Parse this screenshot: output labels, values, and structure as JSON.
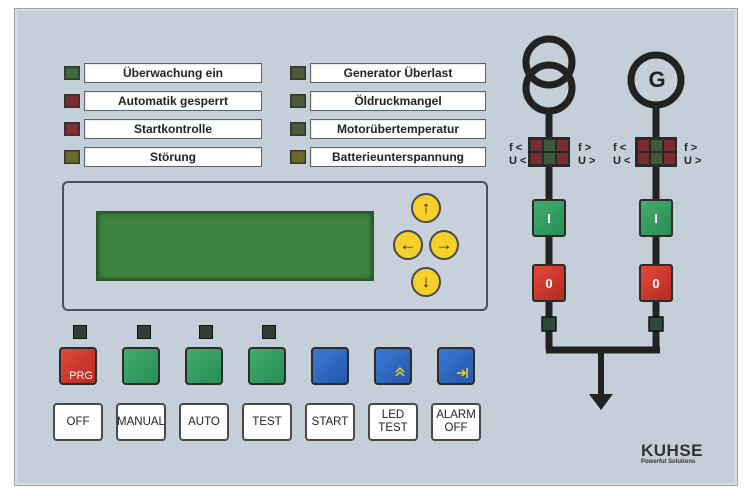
{
  "alarms_left": [
    {
      "label": "Überwachung ein",
      "led": "#3f6b3f"
    },
    {
      "label": "Automatik gesperrt",
      "led": "#7a3030"
    },
    {
      "label": "Startkontrolle",
      "led": "#7a3030"
    },
    {
      "label": "Störung",
      "led": "#6e6a2c"
    }
  ],
  "alarms_right": [
    {
      "label": "Generator Überlast",
      "led": "#505a3a"
    },
    {
      "label": "Öldruckmangel",
      "led": "#505a3a"
    },
    {
      "label": "Motorübertemperatur",
      "led": "#505a3a"
    },
    {
      "label": "Batterieunterspannung",
      "led": "#6e6a2c"
    }
  ],
  "nav": {
    "up": "↑",
    "left": "←",
    "right": "→",
    "down": "↓"
  },
  "modes": [
    {
      "label": "OFF",
      "button_text": "PRG",
      "color": "red",
      "led": true
    },
    {
      "label": "MANUAL",
      "color": "green",
      "led": true
    },
    {
      "label": "AUTO",
      "color": "green",
      "led": true
    },
    {
      "label": "TEST",
      "color": "green",
      "led": true
    },
    {
      "label": "START",
      "color": "blue",
      "led": false
    },
    {
      "label": "LED\nTEST",
      "color": "blue",
      "led": false
    },
    {
      "label": "ALARM\nOFF",
      "color": "blue",
      "led": false
    }
  ],
  "mains": {
    "on_label": "I",
    "off_label": "0",
    "f_less": "f <",
    "f_more": "f >",
    "u_less": "U <",
    "u_more": "U >"
  },
  "generator": {
    "symbol": "G",
    "on_label": "I",
    "off_label": "0",
    "f_less": "f <",
    "f_more": "f >",
    "u_less": "U <",
    "u_more": "U >"
  },
  "brand": {
    "name": "KUHSE",
    "tagline": "Powerful Solutions"
  }
}
